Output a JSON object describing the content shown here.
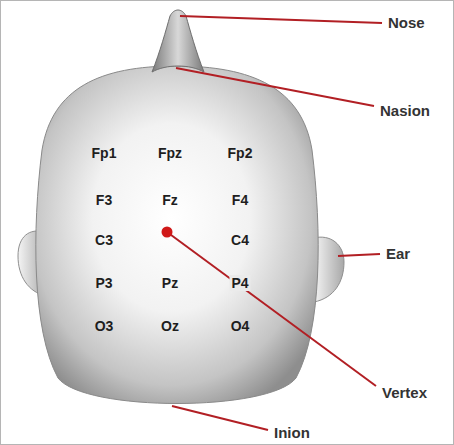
{
  "diagram": {
    "labels": [
      "Nose",
      "Nasion",
      "Fp1",
      "Fpz",
      "Fp2",
      "F3",
      "Fz",
      "F4",
      "C3",
      "C4",
      "Ear",
      "P3",
      "Pz",
      "P4",
      "O3",
      "Oz",
      "O4",
      "Vertex",
      "Inion"
    ]
  }
}
